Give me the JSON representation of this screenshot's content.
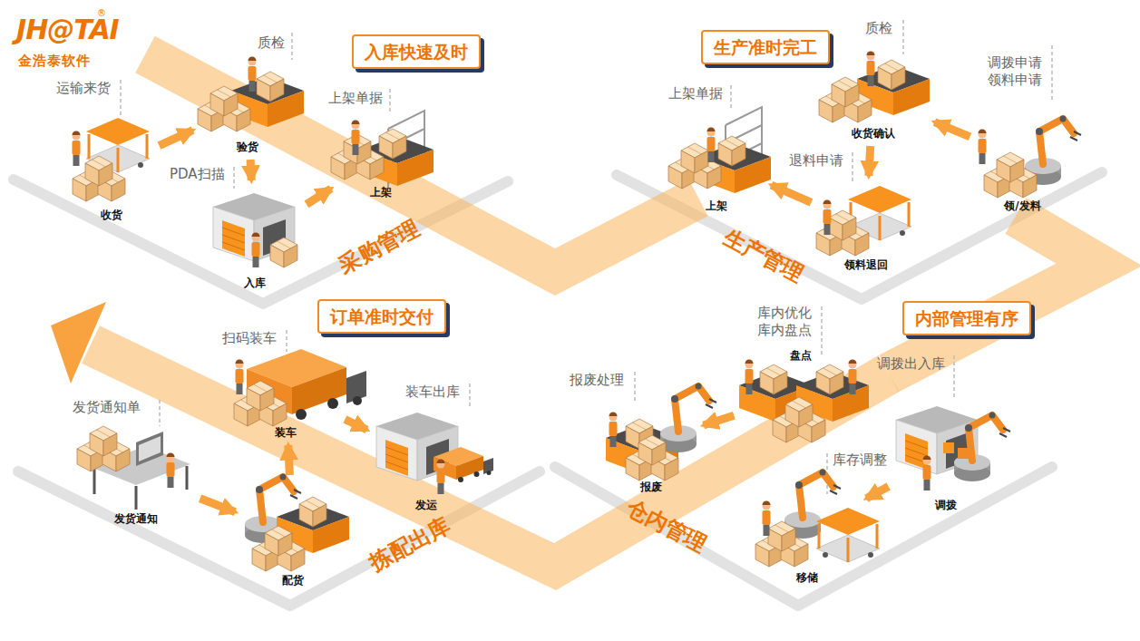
{
  "diagram": {
    "nodes": [
      {
        "text": [
          "入库快速及时"
        ]
      },
      {
        "text": [
          "收货"
        ]
      },
      {
        "text": [
          "验货"
        ]
      },
      {
        "text": [
          "入库"
        ]
      },
      {
        "text": [
          "上架"
        ]
      },
      {
        "text": [
          "生产准时完工"
        ]
      },
      {
        "text": [
          "收货确认"
        ]
      },
      {
        "text": [
          "领/发料"
        ]
      },
      {
        "text": [
          "领料退回"
        ]
      },
      {
        "text": [
          "上架"
        ]
      },
      {
        "text": [
          "订单准时交付"
        ]
      },
      {
        "text": [
          "发货通知"
        ]
      },
      {
        "text": [
          "装车"
        ]
      },
      {
        "text": [
          "配货"
        ]
      },
      {
        "text": [
          "发运"
        ]
      },
      {
        "text": [
          "内部管理有序"
        ]
      },
      {
        "text": [
          "盘点"
        ]
      },
      {
        "text": [
          "报废"
        ]
      },
      {
        "text": [
          "调拨"
        ]
      },
      {
        "text": [
          "移储"
        ]
      }
    ],
    "edges": [
      {
        "from": 1,
        "to": 2,
        "arrow": "to"
      },
      {
        "from": 2,
        "to": 3,
        "arrow": "to"
      },
      {
        "from": 3,
        "to": 4,
        "arrow": "to"
      },
      {
        "from": 7,
        "to": 6,
        "arrow": "to"
      },
      {
        "from": 6,
        "to": 8,
        "arrow": "to"
      },
      {
        "from": 8,
        "to": 9,
        "arrow": "to"
      },
      {
        "from": 11,
        "to": 13,
        "arrow": "to"
      },
      {
        "from": 13,
        "to": 12,
        "arrow": "to"
      },
      {
        "from": 12,
        "to": 14,
        "arrow": "to"
      },
      {
        "from": 18,
        "to": 19,
        "arrow": "to"
      },
      {
        "from": 16,
        "to": 17,
        "arrow": "to"
      }
    ],
    "labels": [
      "JH@TAI",
      "®",
      "金浩泰软件",
      "运输来货",
      "质检",
      "PDA扫描",
      "上架单据",
      "采购管理",
      "调拨申请 领料申请",
      "质检",
      "退料申请",
      "上架单据",
      "生产管理",
      "发货通知单",
      "扫码装车",
      "装车出库",
      "拣配出库",
      "库内优化 库内盘点",
      "报废处理",
      "调拨出入库",
      "库存调整",
      "仓内管理"
    ]
  }
}
